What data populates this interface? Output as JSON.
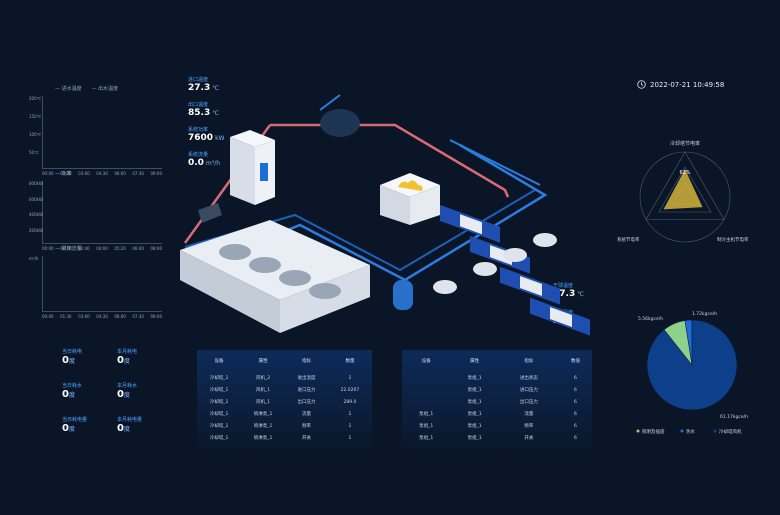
{
  "timestamp": "2022-07-21 10:49:58",
  "left_charts": [
    {
      "legend": [
        "进水温度",
        "出水温度"
      ],
      "yticks": [
        "200℃",
        "150℃",
        "100℃",
        "50℃"
      ],
      "xticks": [
        "00:00",
        "01:30",
        "03:00",
        "04:30",
        "06:00",
        "07:30",
        "09:00"
      ]
    },
    {
      "legend": [
        "功率"
      ],
      "yticks": [
        "800kW",
        "600kW",
        "400kW",
        "200kW"
      ],
      "xticks": [
        "00:00",
        "01:20",
        "02:40",
        "04:00",
        "05:20",
        "06:40",
        "08:00"
      ]
    },
    {
      "legend": [
        "累积流量"
      ],
      "yticks": [
        "m³/h"
      ],
      "xticks": [
        "00:00",
        "01:30",
        "03:00",
        "04:30",
        "06:00",
        "07:30",
        "09:00"
      ]
    }
  ],
  "readings": [
    {
      "label": "进口温度",
      "value": "27.3",
      "unit": "℃"
    },
    {
      "label": "出口温度",
      "value": "85.3",
      "unit": "℃"
    },
    {
      "label": "系统功率",
      "value": "7600",
      "unit": "kW"
    },
    {
      "label": "系统流量",
      "value": "0.0",
      "unit": "m³/h"
    }
  ],
  "right_readings": [
    {
      "label": "干球温度",
      "value": "27.3",
      "unit": "℃"
    },
    {
      "label": "干球温度",
      "value": "27.3",
      "unit": "℃"
    }
  ],
  "stats": [
    {
      "label": "当日耗电",
      "value": "0",
      "unit": "度"
    },
    {
      "label": "本月耗电",
      "value": "0",
      "unit": "度"
    },
    {
      "label": "当日耗水",
      "value": "0",
      "unit": "度"
    },
    {
      "label": "本月耗水",
      "value": "0",
      "unit": "度"
    },
    {
      "label": "当日耗电量",
      "value": "0",
      "unit": "度"
    },
    {
      "label": "本月耗电量",
      "value": "0",
      "unit": "度"
    }
  ],
  "radar": {
    "title": "冷却塔节电率",
    "value_label": "62%",
    "axes": [
      "系统节电率",
      "冷却塔节电率",
      "制冷主机节电率"
    ],
    "values": [
      0.55,
      0.62,
      0.45
    ]
  },
  "pie": {
    "labels_top": [
      "5.56kgce/h",
      "1.72kgce/h"
    ],
    "label_bottom": "61.17kgce/h",
    "legend": [
      "照明及插座",
      "热水",
      "冷却塔风机"
    ],
    "values": [
      5.56,
      1.72,
      61.17
    ],
    "colors": [
      "#8fd18a",
      "#1f6dd8",
      "#0d3f8a"
    ]
  },
  "table_left": {
    "headers": [
      "设备",
      "属性",
      "指标",
      "数量"
    ],
    "rows": [
      [
        "冷却塔_1",
        "风机_2",
        "进出温度",
        "1"
      ],
      [
        "冷却塔_1",
        "风机_1",
        "进口压力",
        "22.0207"
      ],
      [
        "冷却塔_1",
        "风机_1",
        "出口压力",
        "289.0"
      ],
      [
        "冷却塔_1",
        "喷淋泵_1",
        "流量",
        "1"
      ],
      [
        "冷却塔_1",
        "喷淋泵_1",
        "频率",
        "1"
      ],
      [
        "冷却塔_1",
        "喷淋泵_1",
        "开关",
        "1"
      ]
    ]
  },
  "table_right": {
    "headers": [
      "设备",
      "属性",
      "指标",
      "数值"
    ],
    "rows": [
      [
        "",
        "泵组_1",
        "进出状态",
        "6"
      ],
      [
        "",
        "泵组_1",
        "进口压力",
        "6"
      ],
      [
        "",
        "泵组_1",
        "出口压力",
        "6"
      ],
      [
        "泵组_1",
        "泵组_1",
        "流量",
        "6"
      ],
      [
        "泵组_1",
        "泵组_1",
        "频率",
        "6"
      ],
      [
        "泵组_1",
        "泵组_1",
        "开关",
        "6"
      ]
    ]
  }
}
